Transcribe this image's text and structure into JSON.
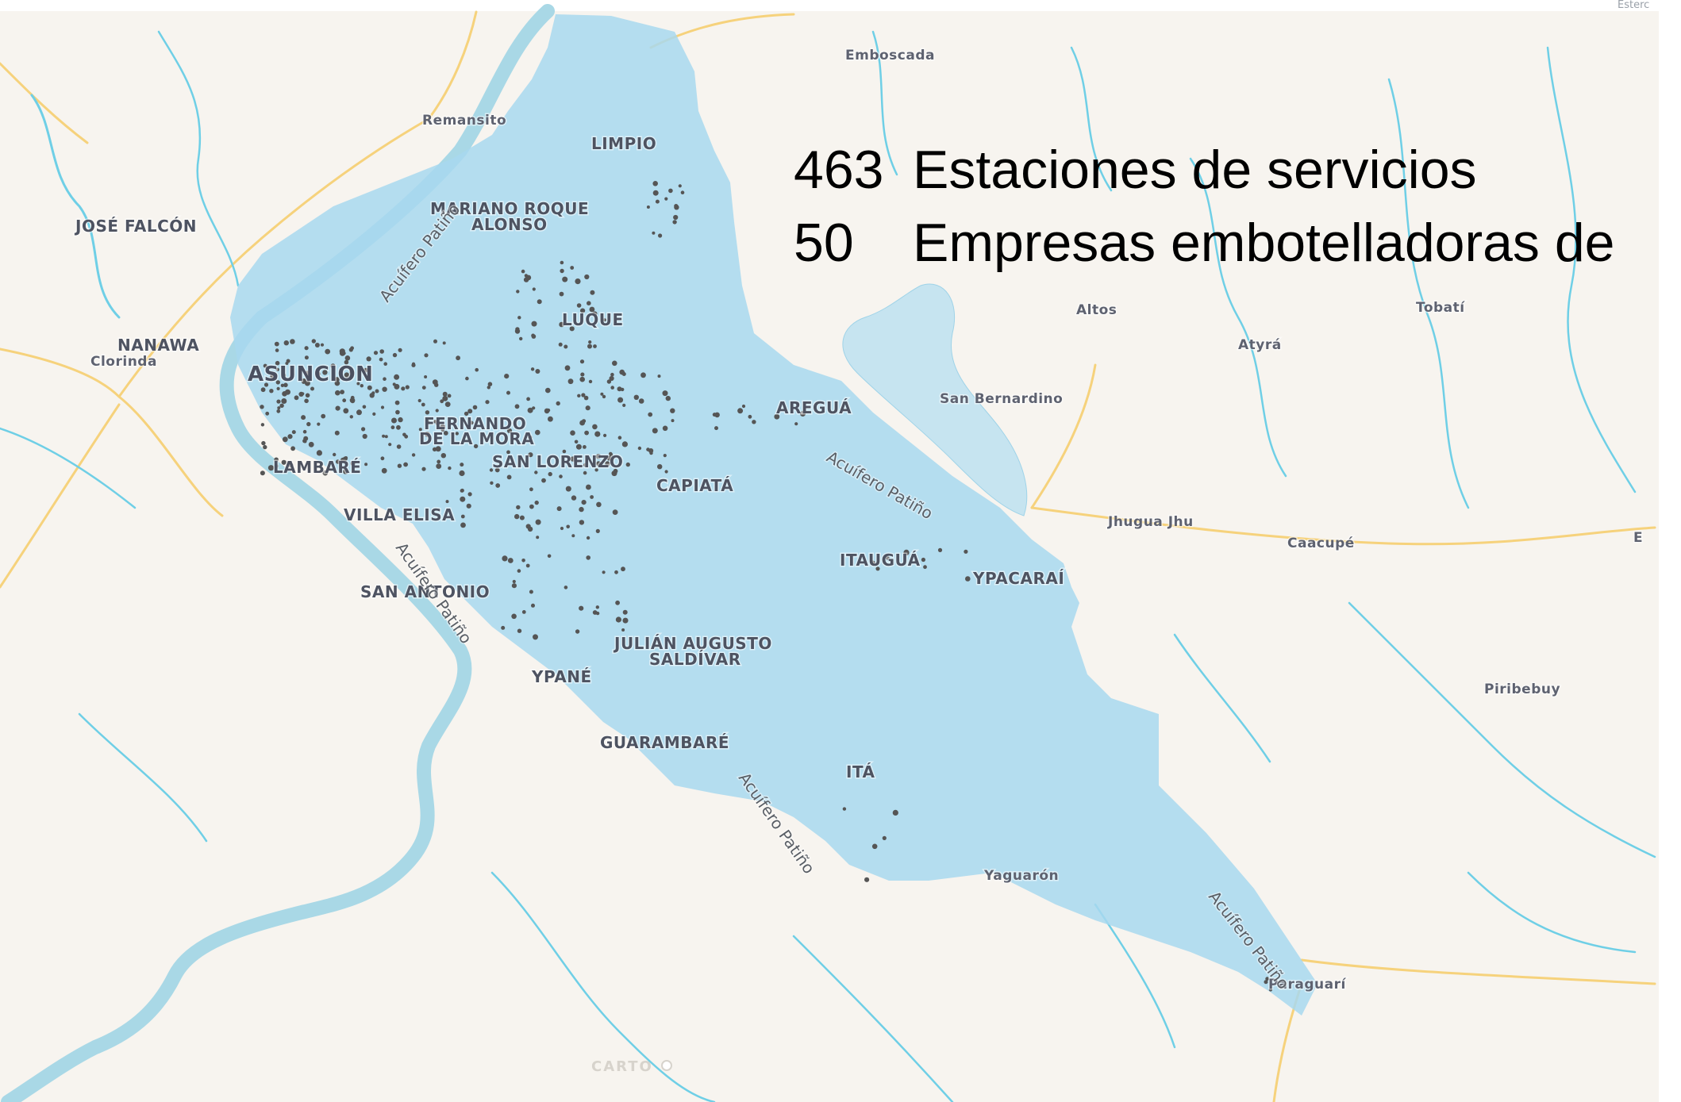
{
  "legend": {
    "items": [
      {
        "count": "463",
        "label": "Estaciones de servicios"
      },
      {
        "count": "50",
        "label": "Empresas embotelladoras de"
      }
    ]
  },
  "places": {
    "emboscada": "Emboscada",
    "remansito": "Remansito",
    "limpio": "LIMPIO",
    "mariano_roque_1": "MARIANO ROQUE",
    "mariano_roque_2": "ALONSO",
    "jose_falcon": "JOSÉ FALCÓN",
    "nanawa": "NANAWA",
    "clorinda": "Clorinda",
    "asuncion": "ASUNCION",
    "luque": "LUQUE",
    "aregua": "AREGUÁ",
    "san_bernardino": "San Bernardino",
    "altos": "Altos",
    "atyra": "Atyrá",
    "tobati": "Tobatí",
    "fernando_1": "FERNANDO",
    "fernando_2": "DE LA MORA",
    "lambare": "LAMBARÉ",
    "san_lorenzo": "SAN LORENZO",
    "capiata": "CAPIATÁ",
    "villa_elisa": "VILLA ELISA",
    "itaugua": "ITAUGUÁ",
    "ypacarai": "YPACARAÍ",
    "jhugua_jhu": "Jhugua Jhu",
    "caacupe": "Caacupé",
    "e_cut": "E",
    "san_antonio": "SAN ANTONIO",
    "julian_1": "JULIÁN AUGUSTO",
    "julian_2": "SALDÍVAR",
    "ypane": "YPANÉ",
    "piribebuy": "Piribebuy",
    "guarambare": "GUARAMBARÉ",
    "ita": "ITÁ",
    "yaguaron": "Yaguarón",
    "paraguari": "Paraguarí",
    "esterc_cut": "Esterc"
  },
  "aquifer_labels": {
    "a1": "Acuífero Patiño",
    "a2": "Acuífero Patiño",
    "a3": "Acuífero Patiño",
    "a4": "Acuífero Patiño",
    "a5": "Acuífero Patiño"
  },
  "attribution": "CARTO",
  "colors": {
    "land": "#f7f4ef",
    "aquifer": "#a8d8ef",
    "lake": "#c6e4f0",
    "river": "#6fcfe6",
    "road": "#f6d27c",
    "dot": "#555555"
  }
}
